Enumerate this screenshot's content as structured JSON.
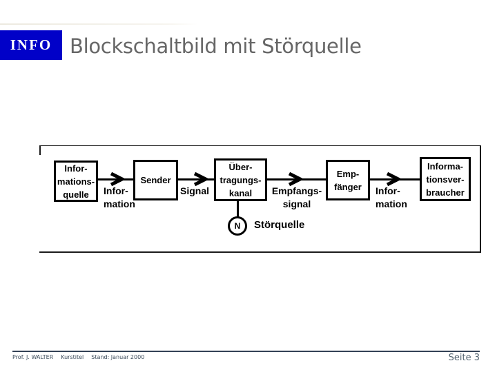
{
  "header": {
    "logo_text": "INFO",
    "title": "Blockschaltbild mit Störquelle"
  },
  "diagram": {
    "blocks": [
      {
        "name": "informationsquelle",
        "lines": [
          "Infor-",
          "mations-",
          "quelle"
        ]
      },
      {
        "name": "sender",
        "lines": [
          "Sender"
        ]
      },
      {
        "name": "uebertragungskanal",
        "lines": [
          "Über-",
          "tragungs-",
          "kanal"
        ]
      },
      {
        "name": "empfaenger",
        "lines": [
          "Emp-",
          "fänger"
        ]
      },
      {
        "name": "informationsverbraucher",
        "lines": [
          "Informa-",
          "tionsver-",
          "braucher"
        ]
      }
    ],
    "flow_labels": [
      {
        "lines": [
          "Infor-",
          "mation"
        ]
      },
      {
        "lines": [
          "Signal"
        ]
      },
      {
        "lines": [
          "Empfangs-",
          "signal"
        ]
      },
      {
        "lines": [
          "Infor-",
          "mation"
        ]
      }
    ],
    "noise_source": {
      "symbol": "N",
      "label": "Störquelle"
    }
  },
  "footer": {
    "author": "Prof. J. WALTER",
    "course": "Kurstitel",
    "status": "Stand: Januar 2000",
    "page": "Seite 3"
  },
  "colors": {
    "logo_background": "#0101C8",
    "logo_text": "#FFFFFF",
    "title_text": "#666666",
    "diagram_ink": "#000000",
    "footer_line": "#334155",
    "footer_text": "#3A4A5A",
    "page_text": "#51626F"
  }
}
